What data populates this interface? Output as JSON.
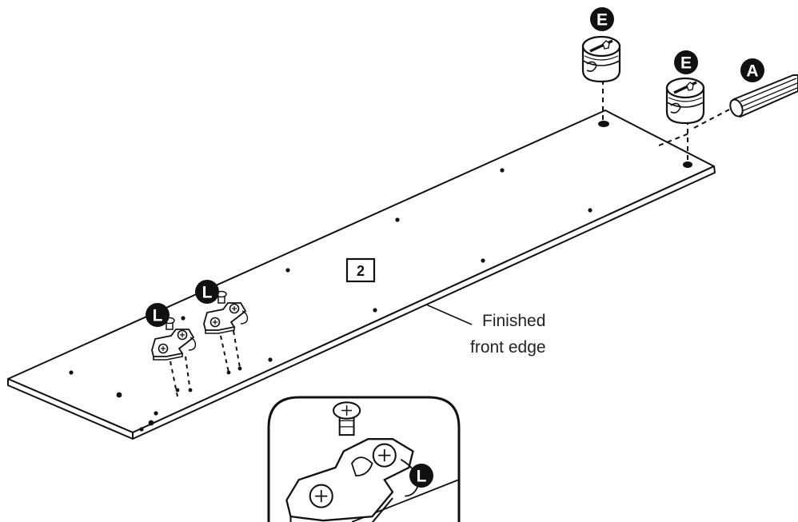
{
  "diagram": {
    "panel_number": "2",
    "edge_note": {
      "line1": "Finished",
      "line2": "front edge"
    },
    "labels": {
      "cam_lock": "E",
      "dowel": "A",
      "hinge_plate": "L"
    }
  }
}
